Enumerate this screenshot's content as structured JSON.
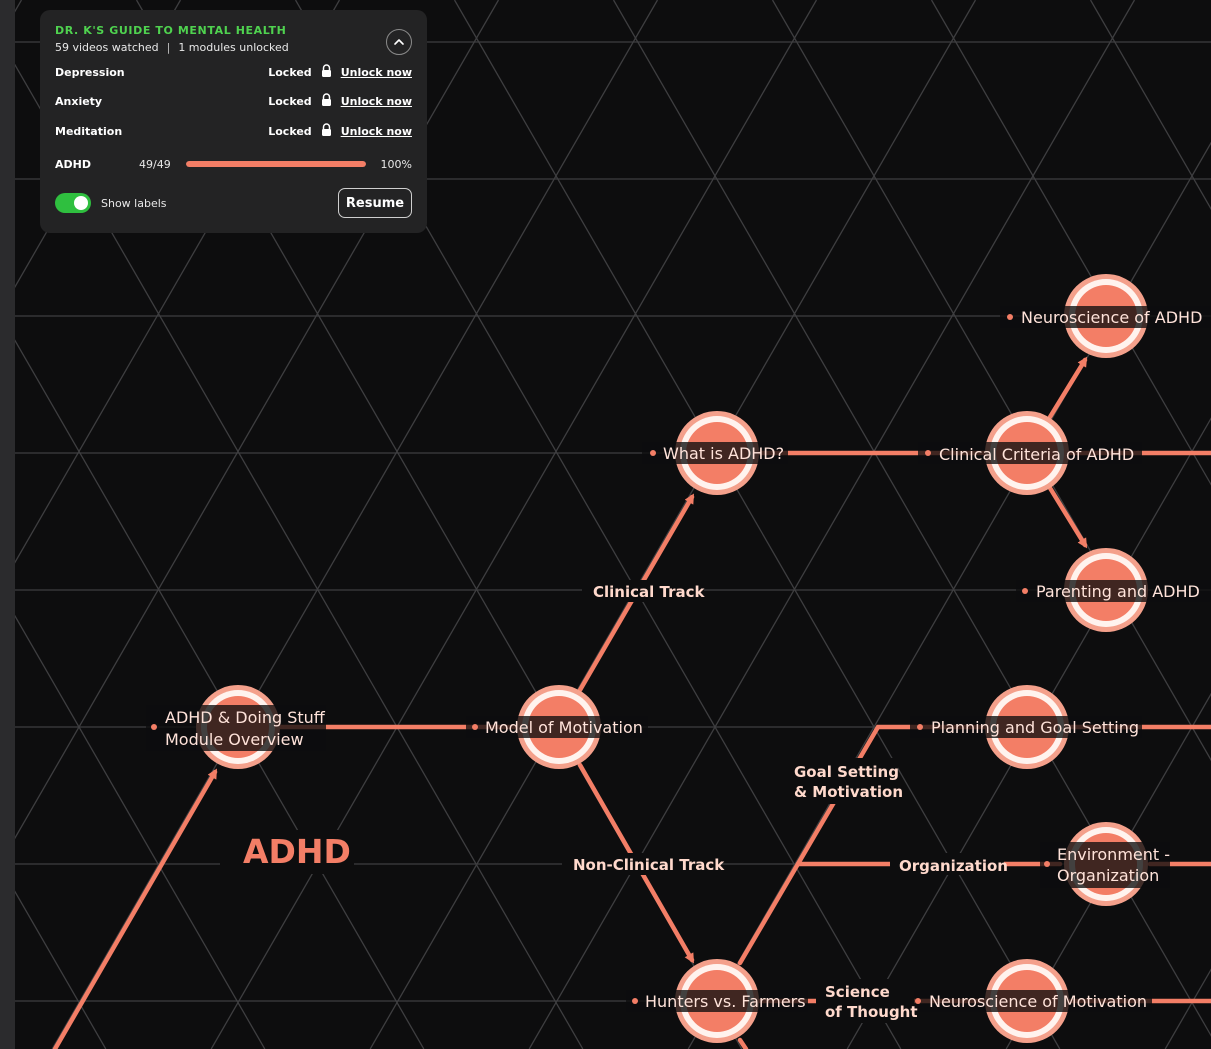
{
  "panel": {
    "title": "DR. K'S GUIDE TO MENTAL HEALTH",
    "videos_watched": "59 videos watched",
    "modules_unlocked": "1 modules unlocked",
    "separator": "|",
    "modules": [
      {
        "name": "Depression",
        "status": "Locked",
        "action": "Unlock now"
      },
      {
        "name": "Anxiety",
        "status": "Locked",
        "action": "Unlock now"
      },
      {
        "name": "Meditation",
        "status": "Locked",
        "action": "Unlock now"
      }
    ],
    "adhd": {
      "name": "ADHD",
      "count": "49/49",
      "percent": "100%",
      "progress": 1.0
    },
    "show_labels": "Show labels",
    "show_labels_on": true,
    "resume": "Resume"
  },
  "map": {
    "module_title": "ADHD",
    "nodes": {
      "overview": [
        "ADHD & Doing Stuff",
        "Module Overview"
      ],
      "motivation": "Model of Motivation",
      "what_is": "What is ADHD?",
      "criteria": "Clinical Criteria of ADHD",
      "neuroscience_adhd": "Neuroscience of ADHD",
      "parenting": "Parenting and ADHD",
      "planning": "Planning and Goal Setting",
      "environment": [
        "Environment -",
        "Organization"
      ],
      "hunters": "Hunters vs. Farmers",
      "neuro_motivation": "Neuroscience of Motivation"
    },
    "tracks": {
      "clinical": "Clinical Track",
      "non_clinical": "Non-Clinical Track",
      "goal_setting": [
        "Goal Setting",
        "& Motivation"
      ],
      "organization": "Organization",
      "science": [
        "Science",
        "of Thought"
      ]
    }
  },
  "colors": {
    "accent": "#f37e66",
    "green": "#4fd24f",
    "background": "#0d0d0e",
    "panel": "#232324"
  },
  "icons": [
    "lock-icon",
    "chevron-up-icon"
  ]
}
